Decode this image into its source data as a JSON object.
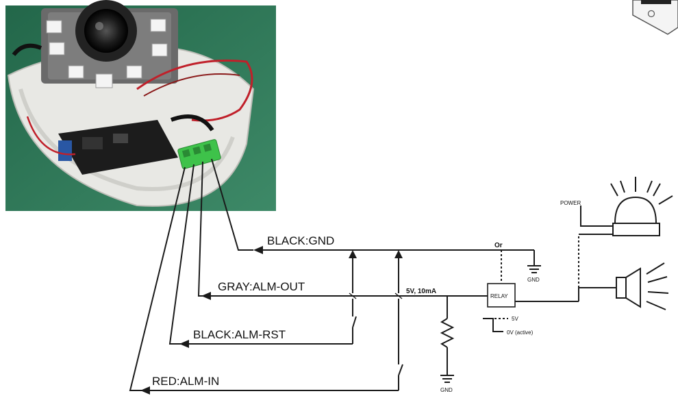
{
  "wires": {
    "gnd": "BLACK:GND",
    "alm_out": "GRAY:ALM-OUT",
    "alm_rst": "BLACK:ALM-RST",
    "alm_in": "RED:ALM-IN"
  },
  "annotations": {
    "or": "Or",
    "current": "5V, 10mA",
    "relay": "RELAY",
    "gnd_top": "GND",
    "gnd_bottom": "GND",
    "level_high": "5V",
    "level_low": "0V (active)",
    "power": "POWER"
  },
  "colors": {
    "background": "#ffffff",
    "board_green": "#2e7d5b",
    "terminal_green": "#3ec24a",
    "red_wire": "#c0202a",
    "dome_white": "#e8e8e4"
  }
}
